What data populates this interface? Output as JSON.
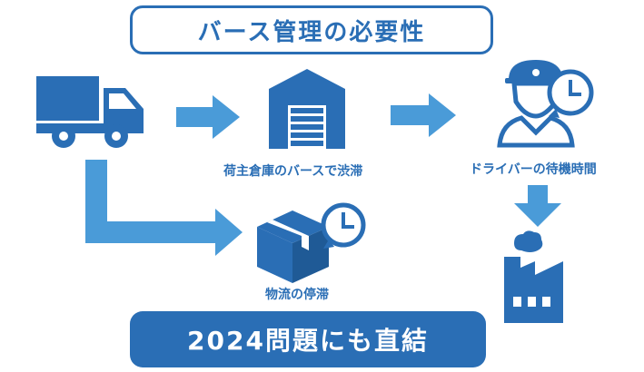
{
  "title": "バース管理の必要性",
  "captions": {
    "warehouse": "荷主倉庫のバースで渋滞",
    "driver": "ドライバーの待機時間",
    "logistics": "物流の停滞"
  },
  "conclusion": "2024問題にも直結",
  "colors": {
    "primary": "#2a6eb5",
    "arrow": "#4a9bd8",
    "background": "#ffffff"
  },
  "icons": [
    "truck-icon",
    "warehouse-icon",
    "driver-clock-icon",
    "package-clock-icon",
    "factory-icon"
  ]
}
